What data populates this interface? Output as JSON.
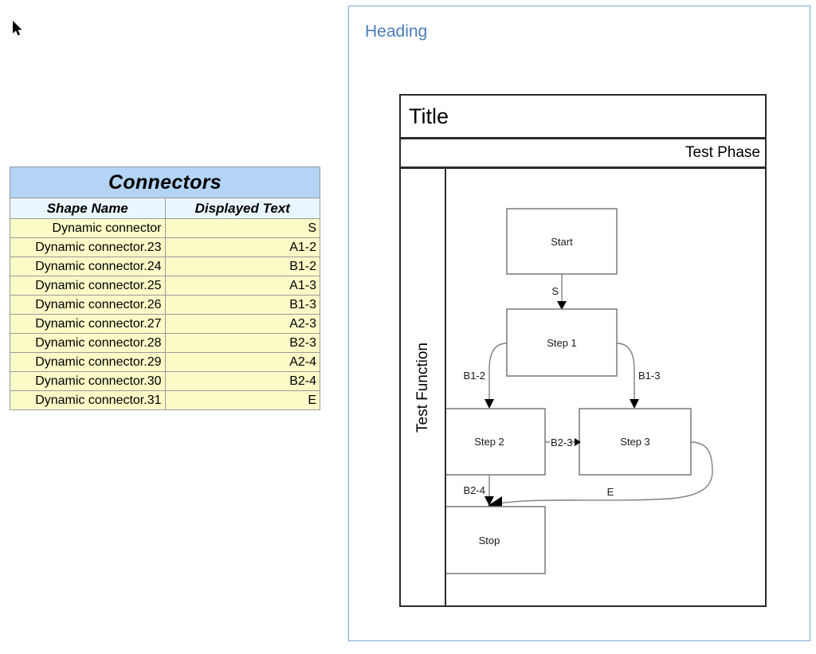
{
  "cursor": {
    "icon": "mouse-pointer-icon"
  },
  "connectors_table": {
    "title": "Connectors",
    "columns": [
      "Shape Name",
      "Displayed Text"
    ],
    "rows": [
      {
        "shape_name": "Dynamic connector",
        "displayed_text": "S"
      },
      {
        "shape_name": "Dynamic connector.23",
        "displayed_text": "A1-2"
      },
      {
        "shape_name": "Dynamic connector.24",
        "displayed_text": "B1-2"
      },
      {
        "shape_name": "Dynamic connector.25",
        "displayed_text": "A1-3"
      },
      {
        "shape_name": "Dynamic connector.26",
        "displayed_text": "B1-3"
      },
      {
        "shape_name": "Dynamic connector.27",
        "displayed_text": "A2-3"
      },
      {
        "shape_name": "Dynamic connector.28",
        "displayed_text": "B2-3"
      },
      {
        "shape_name": "Dynamic connector.29",
        "displayed_text": "A2-4"
      },
      {
        "shape_name": "Dynamic connector.30",
        "displayed_text": "B2-4"
      },
      {
        "shape_name": "Dynamic connector.31",
        "displayed_text": "E"
      }
    ],
    "colors": {
      "title_bg": "#b3d4f5",
      "subhead_bg": "#eaf6fd",
      "row_bg": "#fbfbc8",
      "border": "#9a9a9a"
    }
  },
  "panel": {
    "heading": "Heading",
    "heading_color": "#4a7ebb",
    "border_color": "#7ba7d7"
  },
  "diagram": {
    "title_band": "Title",
    "phase_band": "Test Phase",
    "lane_label": "Test Function",
    "nodes": [
      {
        "id": "start",
        "label": "Start"
      },
      {
        "id": "step1",
        "label": "Step 1"
      },
      {
        "id": "step2",
        "label": "Step 2"
      },
      {
        "id": "step3",
        "label": "Step 3"
      },
      {
        "id": "stop",
        "label": "Stop"
      }
    ],
    "edges": [
      {
        "id": "e-s",
        "label": "S",
        "from": "start",
        "to": "step1"
      },
      {
        "id": "e-b1-2",
        "label": "B1-2",
        "from": "step1",
        "to": "step2"
      },
      {
        "id": "e-b1-3",
        "label": "B1-3",
        "from": "step1",
        "to": "step3"
      },
      {
        "id": "e-b2-3",
        "label": "B2-3",
        "from": "step2",
        "to": "step3"
      },
      {
        "id": "e-b2-4",
        "label": "B2-4",
        "from": "step2",
        "to": "stop"
      },
      {
        "id": "e-e",
        "label": "E",
        "from": "step3",
        "to": "stop"
      }
    ]
  }
}
